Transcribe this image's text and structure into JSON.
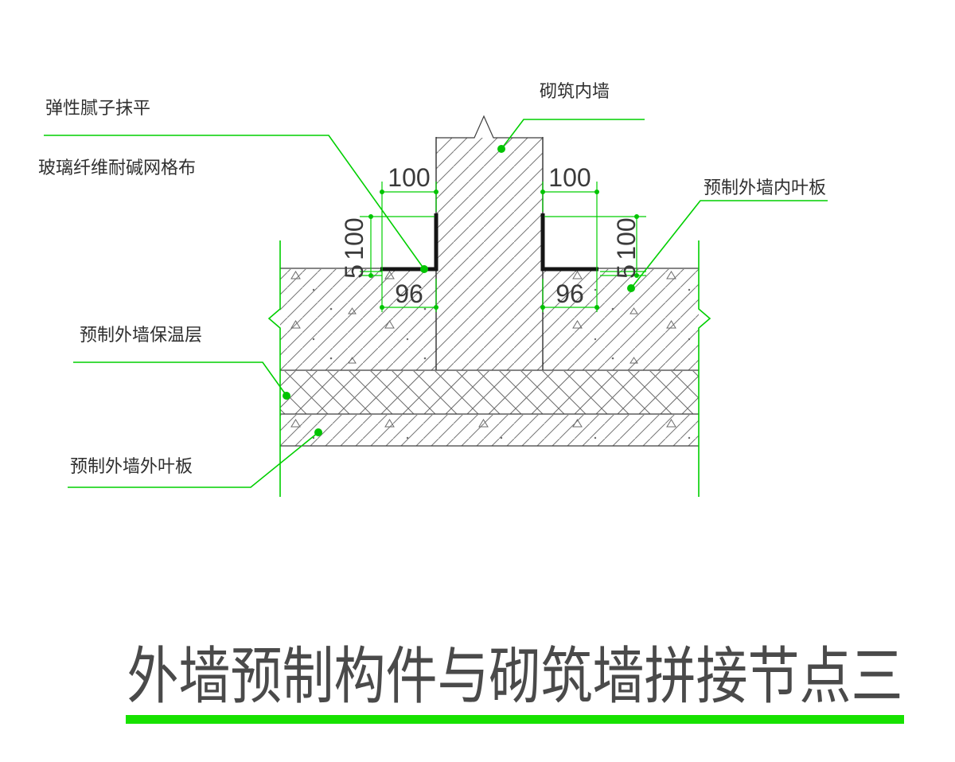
{
  "title": {
    "text": "外墙预制构件与砌筑墙拼接节点三"
  },
  "labels": {
    "elastic_putty": "弹性腻子抹平",
    "fiberglass_mesh": "玻璃纤维耐碱网格布",
    "masonry_inner_wall": "砌筑内墙",
    "inner_leaf_panel": "预制外墙内叶板",
    "insulation_layer": "预制外墙保温层",
    "outer_leaf_panel": "预制外墙外叶板"
  },
  "dimensions": {
    "top_left_width": "100",
    "top_right_width": "100",
    "left_height": "100",
    "left_gap": "5",
    "right_height": "100",
    "right_gap": "5",
    "bottom_left_width": "96",
    "bottom_right_width": "96"
  },
  "colors": {
    "leader_green": "#00cf00",
    "marker_green": "#00c400",
    "underline_green": "#17e200",
    "outline_gray": "#3f3f3f",
    "hatch_gray": "#767676",
    "text_dark": "#2f2f2f",
    "angle_black": "#151515"
  }
}
